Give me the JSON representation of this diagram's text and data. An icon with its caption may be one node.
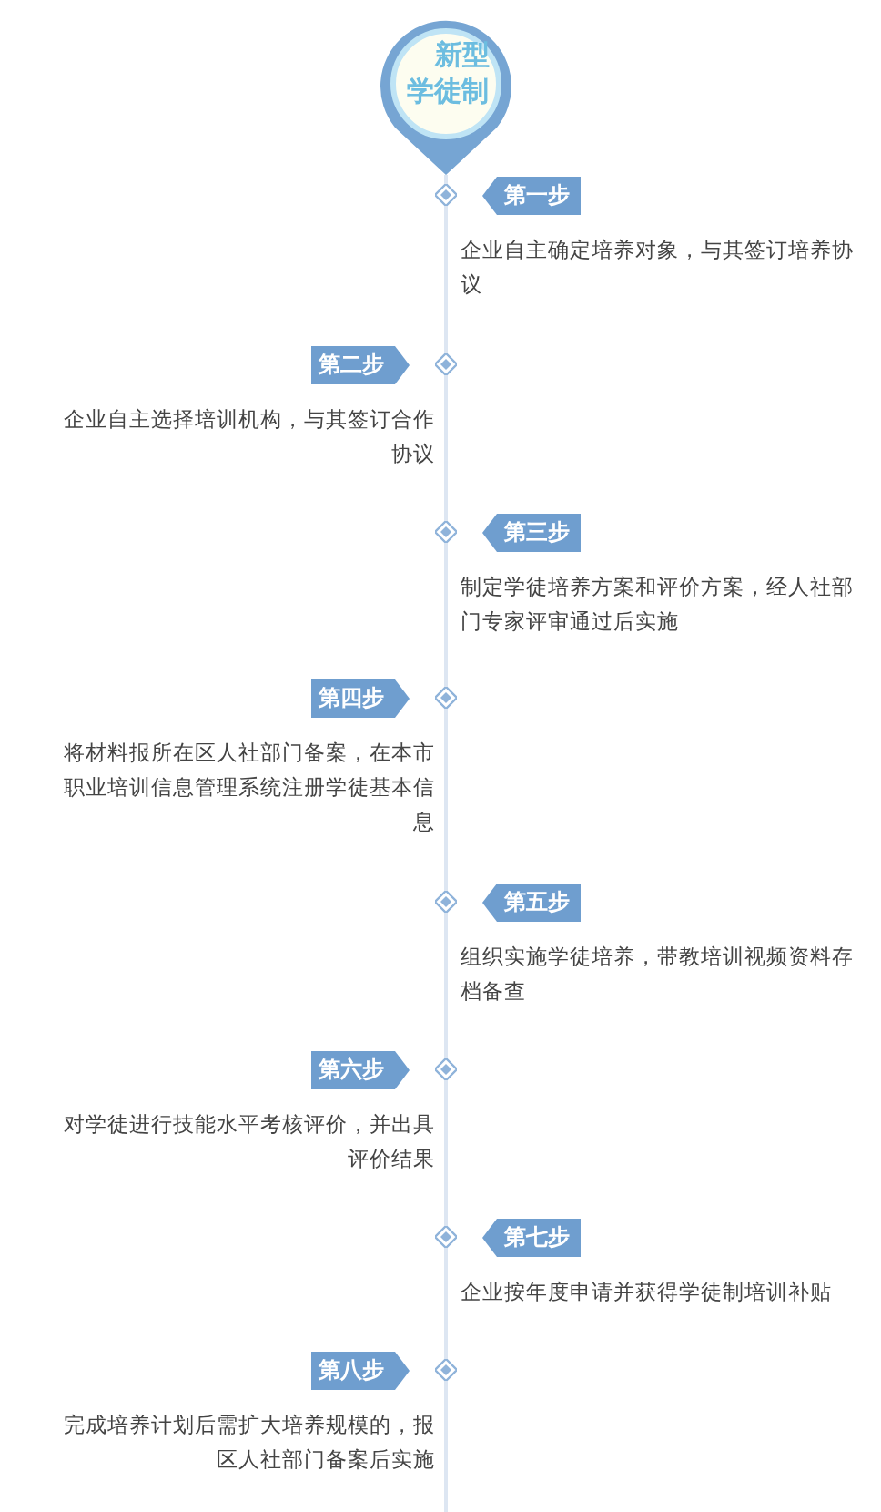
{
  "diagram": {
    "nodes": [
      {
        "text": [
          "新型学徒制"
        ]
      },
      {
        "text": [],
        "shape": "diamond"
      },
      {
        "text": [
          "第一步"
        ],
        "beside": [
          "企业自主确定培养对象，与其签订培养协议"
        ]
      },
      {
        "text": [],
        "shape": "diamond"
      },
      {
        "text": [
          "第二步"
        ],
        "beside": [
          "企业自主选择培训机构，与其签订合作协议"
        ]
      },
      {
        "text": [],
        "shape": "diamond"
      },
      {
        "text": [
          "第三步"
        ],
        "beside": [
          "制定学徒培养方案和评价方案，经人社部门专家评审通过后实施"
        ]
      },
      {
        "text": [],
        "shape": "diamond"
      },
      {
        "text": [
          "第四步"
        ],
        "beside": [
          "将材料报所在区人社部门备案，在本市职业培训信息管理系统注册学徒基本信息"
        ]
      },
      {
        "text": [],
        "shape": "diamond"
      },
      {
        "text": [
          "第五步"
        ],
        "beside": [
          "组织实施学徒培养，带教培训视频资料存档备查"
        ]
      },
      {
        "text": [],
        "shape": "diamond"
      },
      {
        "text": [
          "第六步"
        ],
        "beside": [
          "对学徒进行技能水平考核评价，并出具评价结果"
        ]
      },
      {
        "text": [],
        "shape": "diamond"
      },
      {
        "text": [
          "第七步"
        ],
        "beside": [
          "企业按年度申请并获得学徒制培训补贴"
        ]
      },
      {
        "text": [],
        "shape": "diamond"
      },
      {
        "text": [
          "第八步"
        ],
        "beside": [
          "完成培养计划后需扩大培养规模的，报区人社部门备案后实施"
        ]
      }
    ],
    "edges": [
      {
        "from": 0,
        "to": 1,
        "arrow": "none"
      },
      {
        "from": 1,
        "to": 3,
        "arrow": "none"
      },
      {
        "from": 3,
        "to": 5,
        "arrow": "none"
      },
      {
        "from": 5,
        "to": 7,
        "arrow": "none"
      },
      {
        "from": 7,
        "to": 9,
        "arrow": "none"
      },
      {
        "from": 9,
        "to": 11,
        "arrow": "none"
      },
      {
        "from": 11,
        "to": 13,
        "arrow": "none"
      },
      {
        "from": 13,
        "to": 15,
        "arrow": "none"
      }
    ]
  }
}
